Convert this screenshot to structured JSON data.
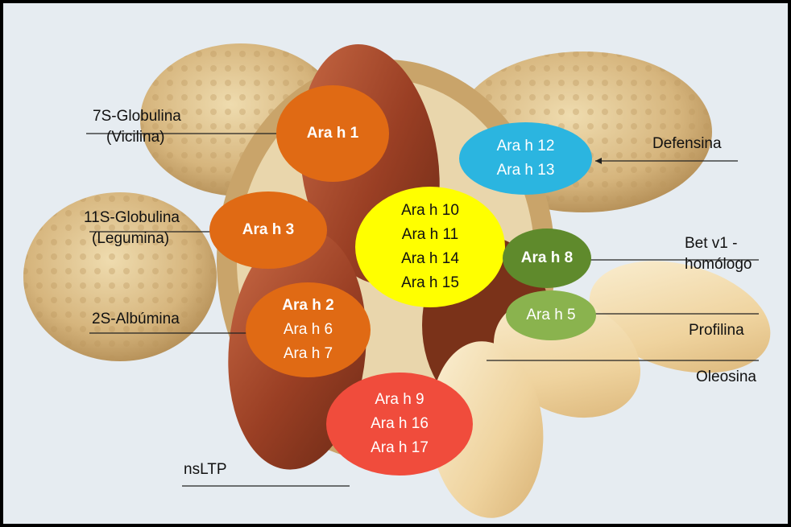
{
  "labels": {
    "globulin7s": [
      "7S-Globulina",
      "(Vicilina)"
    ],
    "globulin11s": [
      "11S-Globulina",
      "(Legumina)"
    ],
    "albumin2s": "2S-Albúmina",
    "nsltp": "nsLTP",
    "defensin": "Defensina",
    "betv1": [
      "Bet v1 -",
      "homólogo"
    ],
    "profilin": "Profilina",
    "oleosin": "Oleosina"
  },
  "allergens": {
    "vicilin": [
      "Ara h 1"
    ],
    "legumin": [
      "Ara h 3"
    ],
    "albumin": [
      "Ara h 2",
      "Ara h 6",
      "Ara h 7"
    ],
    "oleosin": [
      "Ara h 10",
      "Ara h 11",
      "Ara h 14",
      "Ara h 15"
    ],
    "defensin": [
      "Ara h 12",
      "Ara h 13"
    ],
    "betv1": [
      "Ara h 8"
    ],
    "profilin": [
      "Ara h 5"
    ],
    "nsltp": [
      "Ara h 9",
      "Ara h 16",
      "Ara h 17"
    ]
  },
  "colors": {
    "orange": "#e06a14",
    "yellow": "#ffff00",
    "cyan": "#2bb5e0",
    "dark_green": "#5f8a2c",
    "light_green": "#8ab34e",
    "red": "#f04c3c",
    "background": "#e6ecf1"
  }
}
